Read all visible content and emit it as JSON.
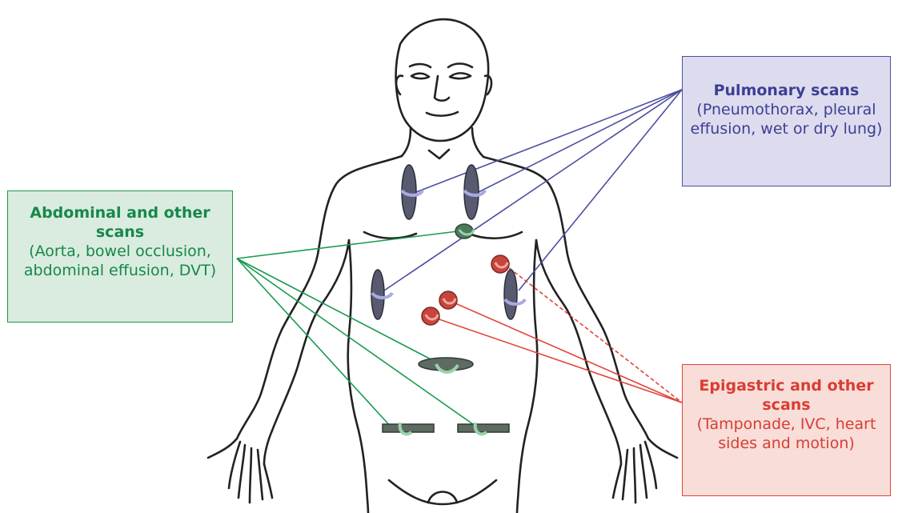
{
  "callouts": {
    "pulmonary": {
      "title": "Pulmonary scans",
      "desc": "(Pneumothorax, pleural effusion, wet or dry lung)",
      "color": "#3d3e95",
      "background": "#dcdcee"
    },
    "abdominal": {
      "title": "Abdominal and other scans",
      "desc": "(Aorta, bowel occlusion, abdominal effusion, DVT)",
      "color": "#17884a",
      "background": "#d9ecdf"
    },
    "epigastric": {
      "title": "Epigastric and other scans",
      "desc": "(Tamponade, IVC, heart sides and motion)",
      "color": "#d93d34",
      "background": "#f8ddd8"
    }
  },
  "probe_groups": {
    "pulmonary": {
      "count": 4,
      "color": "#4b4fa0",
      "probe_fill": "#5a5a6e"
    },
    "abdominal": {
      "count": 4,
      "color": "#1a9a4f",
      "probe_fill": "#5d6b62"
    },
    "epigastric": {
      "count": 3,
      "color": "#e2453c",
      "probe_fill": "#c8453c"
    }
  },
  "figure": {
    "icon": "human-body-outline-icon"
  }
}
